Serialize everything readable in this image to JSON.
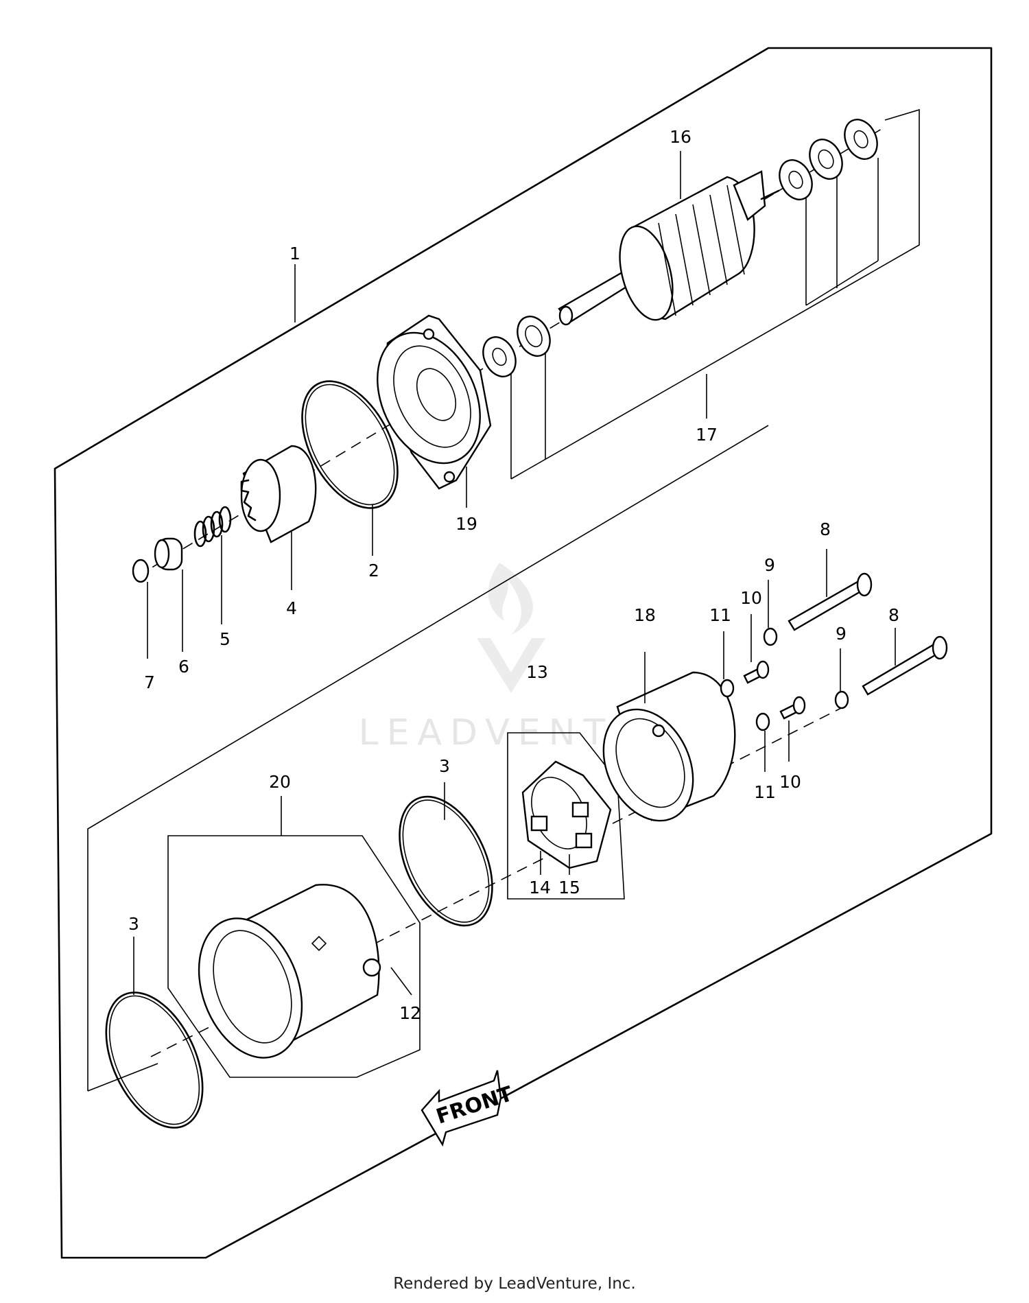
{
  "callouts": [
    {
      "id": "1",
      "label": "1"
    },
    {
      "id": "2",
      "label": "2"
    },
    {
      "id": "3a",
      "label": "3"
    },
    {
      "id": "3b",
      "label": "3"
    },
    {
      "id": "4",
      "label": "4"
    },
    {
      "id": "5",
      "label": "5"
    },
    {
      "id": "6",
      "label": "6"
    },
    {
      "id": "7",
      "label": "7"
    },
    {
      "id": "8a",
      "label": "8"
    },
    {
      "id": "8b",
      "label": "8"
    },
    {
      "id": "9a",
      "label": "9"
    },
    {
      "id": "9b",
      "label": "9"
    },
    {
      "id": "10a",
      "label": "10"
    },
    {
      "id": "10b",
      "label": "10"
    },
    {
      "id": "11a",
      "label": "11"
    },
    {
      "id": "11b",
      "label": "11"
    },
    {
      "id": "12",
      "label": "12"
    },
    {
      "id": "13",
      "label": "13"
    },
    {
      "id": "14",
      "label": "14"
    },
    {
      "id": "15",
      "label": "15"
    },
    {
      "id": "16",
      "label": "16"
    },
    {
      "id": "17",
      "label": "17"
    },
    {
      "id": "18",
      "label": "18"
    },
    {
      "id": "19",
      "label": "19"
    },
    {
      "id": "20",
      "label": "20"
    }
  ],
  "front_arrow_label": "FRONT",
  "watermark": "LEADVENTURE",
  "footer": "Rendered by LeadVenture, Inc."
}
